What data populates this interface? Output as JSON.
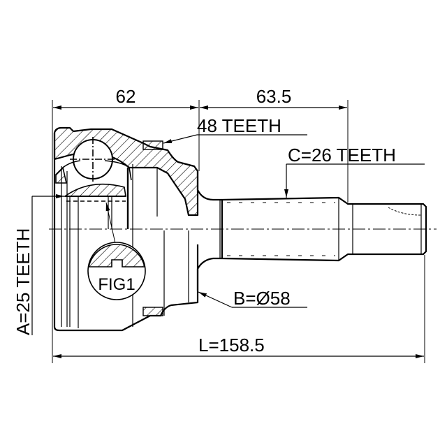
{
  "drawing": {
    "title": "CV joint outer – dimension drawing",
    "line_color": "#000000",
    "background": "#ffffff",
    "dimensions": {
      "housing_length": "62",
      "shaft_length": "63.5",
      "overall_length": "L=158.5"
    },
    "callouts": {
      "abs_ring_teeth": "48 TEETH",
      "outer_spline_teeth": "C=26 TEETH",
      "inner_spline_teeth": "A=25 TEETH",
      "seal_diameter": "B=Ø58",
      "detail_figure": "FIG1"
    }
  }
}
